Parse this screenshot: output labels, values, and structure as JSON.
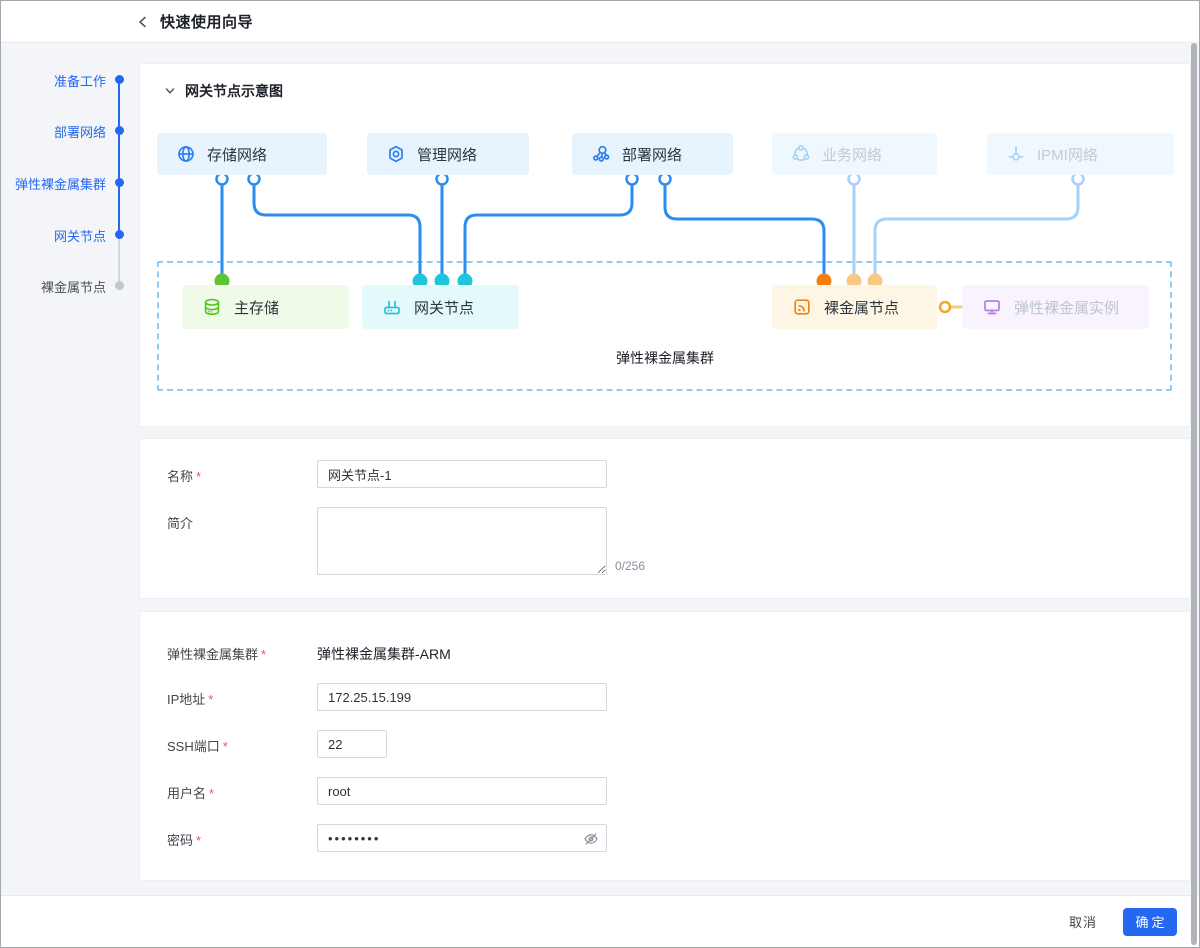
{
  "header": {
    "title": "快速使用向导"
  },
  "sidebar": {
    "steps": [
      {
        "label": "准备工作",
        "state": "done"
      },
      {
        "label": "部署网络",
        "state": "done"
      },
      {
        "label": "弹性裸金属集群",
        "state": "done"
      },
      {
        "label": "网关节点",
        "state": "current"
      },
      {
        "label": "裸金属节点",
        "state": "pending"
      }
    ]
  },
  "diagram": {
    "section_title": "网关节点示意图",
    "cluster_label": "弹性裸金属集群",
    "top_networks": [
      {
        "label": "存储网络",
        "icon": "globe-icon",
        "active": true
      },
      {
        "label": "管理网络",
        "icon": "gear-icon",
        "active": true
      },
      {
        "label": "部署网络",
        "icon": "deploy-network-icon",
        "active": true
      },
      {
        "label": "业务网络",
        "icon": "business-network-icon",
        "active": false
      },
      {
        "label": "IPMI网络",
        "icon": "ipmi-icon",
        "active": false
      }
    ],
    "nodes": [
      {
        "label": "主存储",
        "icon": "database-icon",
        "color": "green"
      },
      {
        "label": "网关节点",
        "icon": "router-icon",
        "color": "cyan"
      },
      {
        "label": "裸金属节点",
        "icon": "baremetal-icon",
        "color": "orange"
      },
      {
        "label": "弹性裸金属实例",
        "icon": "monitor-icon",
        "color": "purple"
      }
    ]
  },
  "form_basic": {
    "name_label": "名称",
    "name_value": "网关节点-1",
    "intro_label": "简介",
    "intro_value": "",
    "intro_counter": "0/256"
  },
  "form_cluster": {
    "cluster_label": "弹性裸金属集群",
    "cluster_value": "弹性裸金属集群-ARM",
    "ip_label": "IP地址",
    "ip_value": "172.25.15.199",
    "ssh_label": "SSH端口",
    "ssh_value": "22",
    "username_label": "用户名",
    "username_value": "root",
    "password_label": "密码",
    "password_value": "••••••••"
  },
  "footer": {
    "cancel_label": "取消",
    "confirm_label": "确定"
  },
  "ui": {
    "required_mark": "*"
  },
  "colors": {
    "accent": "#2468f2",
    "line_active": "#2d8cf0",
    "line_inactive": "#a6d2f8",
    "dot_green": "#5bc531",
    "dot_cyan": "#1fc5dc",
    "dot_orange": "#f57d0e",
    "dot_light_orange": "#f9c983",
    "purple": "#b37fe3"
  }
}
